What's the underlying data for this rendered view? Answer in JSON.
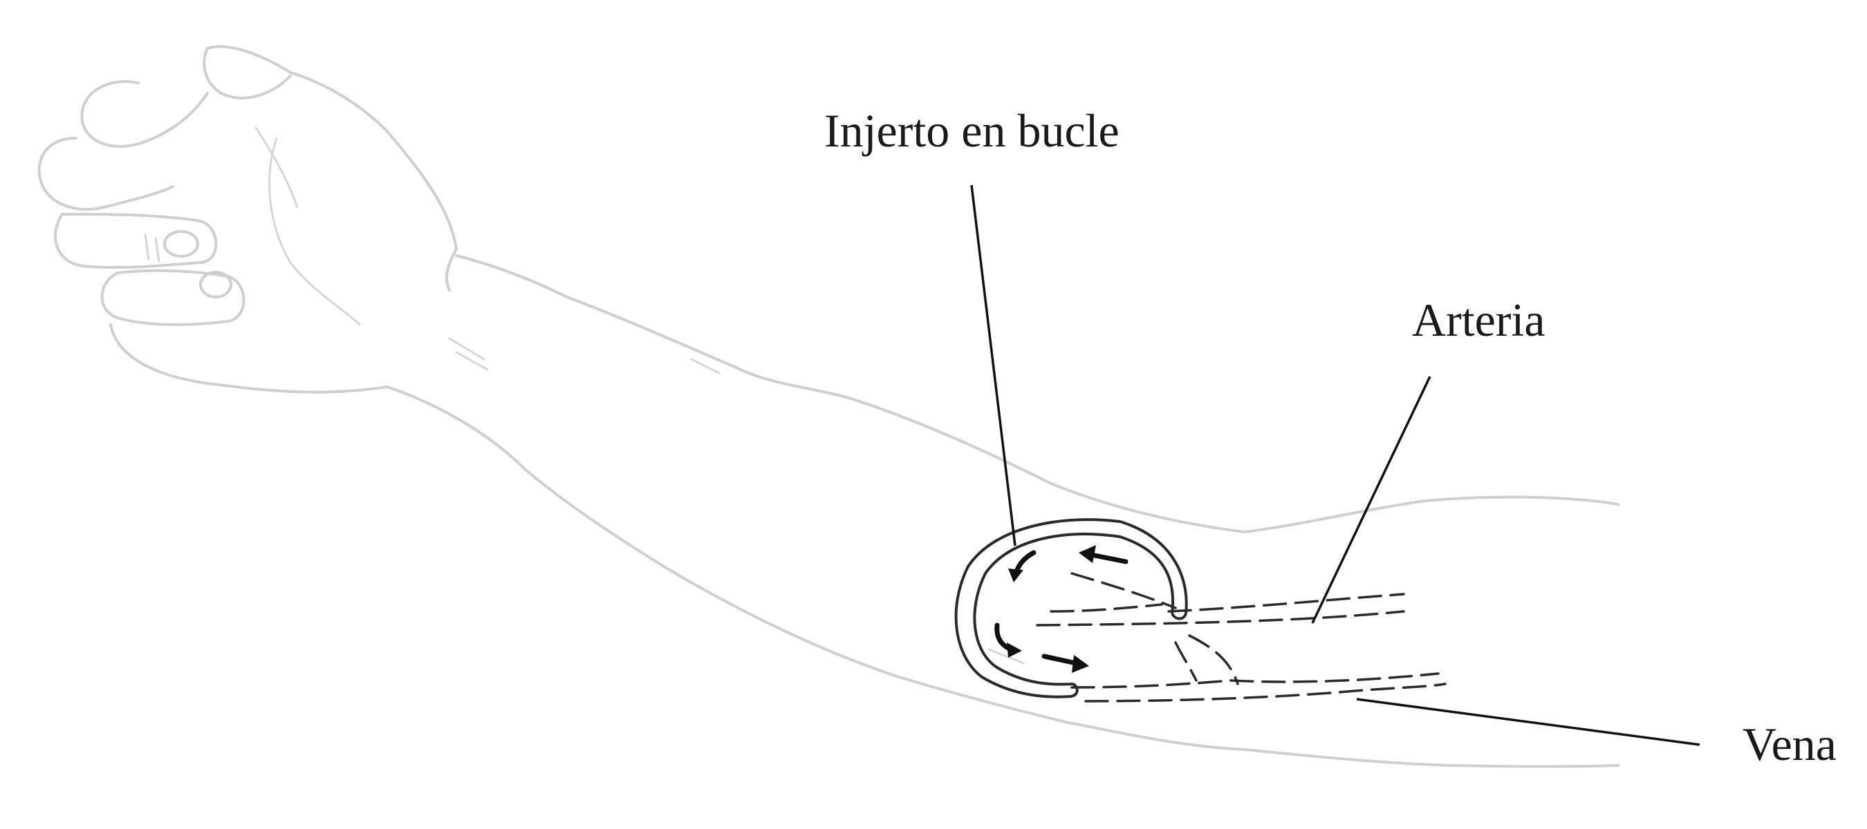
{
  "labels": {
    "graft": "Injerto en bucle",
    "artery": "Arteria",
    "vein": "Vena"
  },
  "colors": {
    "arm_outline": "#cfcfcf",
    "vessel_line": "#2a2a2a",
    "label_text": "#1a1a1a"
  }
}
